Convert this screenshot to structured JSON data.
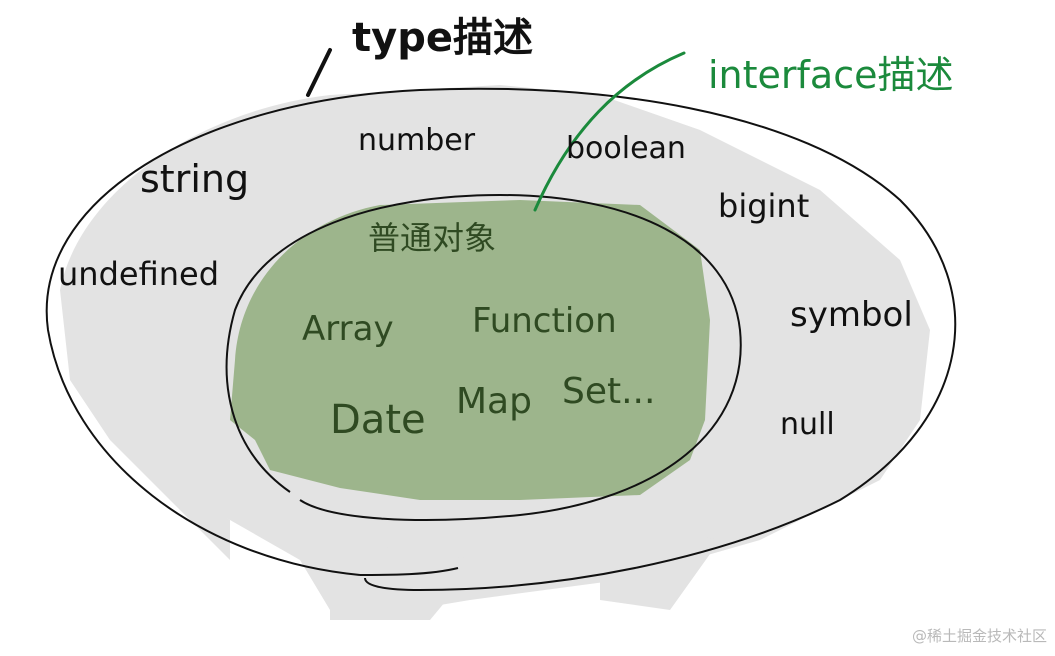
{
  "diagram": {
    "title_type": "type描述",
    "title_interface": "interface描述",
    "outer_set_label": "type描述",
    "inner_set_label": "interface描述",
    "outer_items": [
      "string",
      "number",
      "boolean",
      "bigint",
      "undefined",
      "symbol",
      "null"
    ],
    "inner_heading": "普通对象",
    "inner_items": [
      "Array",
      "Function",
      "Date",
      "Map",
      "Set..."
    ],
    "colors": {
      "outer_fill": "#e3e3e3",
      "inner_fill": "#9db58c",
      "stroke": "#111111",
      "interface_green": "#1b8a3c",
      "inner_text": "#2f4a22",
      "watermark": "#b9b9b9"
    }
  },
  "watermark": "@稀土掘金技术社区"
}
